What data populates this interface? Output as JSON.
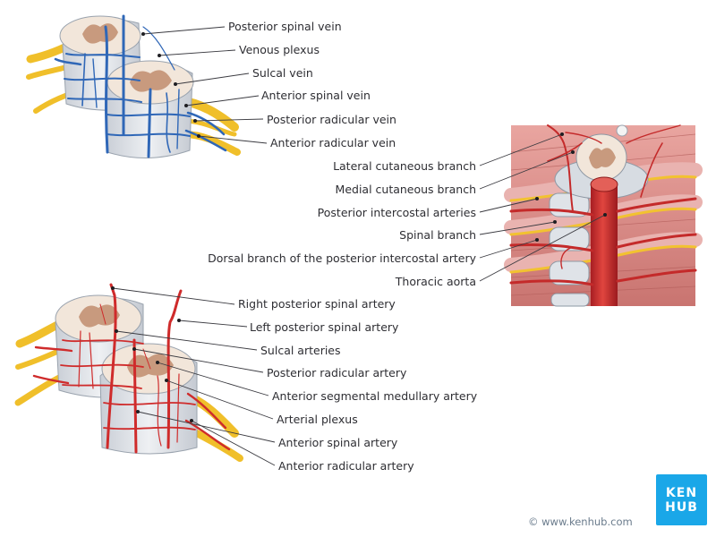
{
  "venous_labels": [
    "Posterior spinal vein",
    "Venous plexus",
    "Sulcal vein",
    "Anterior spinal vein",
    "Posterior radicular vein",
    "Anterior radicular vein"
  ],
  "aorta_labels": [
    "Lateral cutaneous branch",
    "Medial cutaneous branch",
    "Posterior intercostal arteries",
    "Spinal branch",
    "Dorsal branch of the posterior intercostal artery",
    "Thoracic aorta"
  ],
  "arterial_labels": [
    "Right posterior spinal artery",
    "Left posterior spinal artery",
    "Sulcal arteries",
    "Posterior radicular artery",
    "Anterior segmental medullary artery",
    "Arterial plexus",
    "Anterior spinal artery",
    "Anterior radicular artery"
  ],
  "credit": "© www.kenhub.com",
  "logo": {
    "line1": "KEN",
    "line2": "HUB"
  },
  "colors": {
    "vein": "#2f67b7",
    "artery": "#cf2b2b",
    "nerve": "#f2c230",
    "cord": "#dfe3e8",
    "grey_matter": "#c89a7e",
    "muscle": "#d98a8a",
    "brand": "#1aa7e8"
  }
}
